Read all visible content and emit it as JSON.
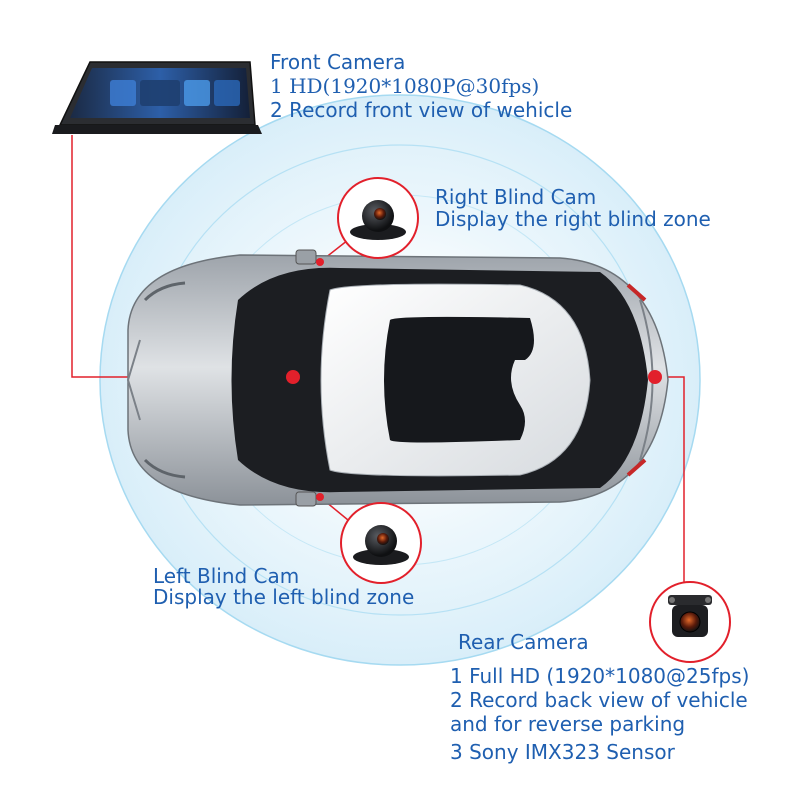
{
  "colors": {
    "label_text": "#1f5fb0",
    "leader_line": "#e2202b",
    "marker_dot": "#e2202b",
    "radar_ring": "#8fd0ef",
    "car_body": "#b9bec4",
    "car_roof": "#f2f4f6",
    "glass": "#1a1c20"
  },
  "icons": {
    "front_camera": "dash-mirror-screen-icon",
    "right_blind_cam": "side-camera-icon",
    "left_blind_cam": "side-camera-icon",
    "rear_camera": "reverse-camera-icon"
  },
  "front_camera": {
    "title": "Front Camera",
    "spec_1": "1 HD(1920*1080P@30fps)",
    "spec_2": "2 Record front view of wehicle"
  },
  "right_blind_cam": {
    "title": "Right Blind Cam",
    "desc": "Display the right blind zone"
  },
  "left_blind_cam": {
    "title": "Left Blind Cam",
    "desc": "Display the left blind zone"
  },
  "rear_camera": {
    "title": "Rear Camera",
    "spec_1": "1 Full HD (1920*1080@25fps)",
    "spec_2a": "2 Record back view of vehicle",
    "spec_2b": "and for reverse parking",
    "spec_3": "3 Sony IMX323 Sensor"
  }
}
